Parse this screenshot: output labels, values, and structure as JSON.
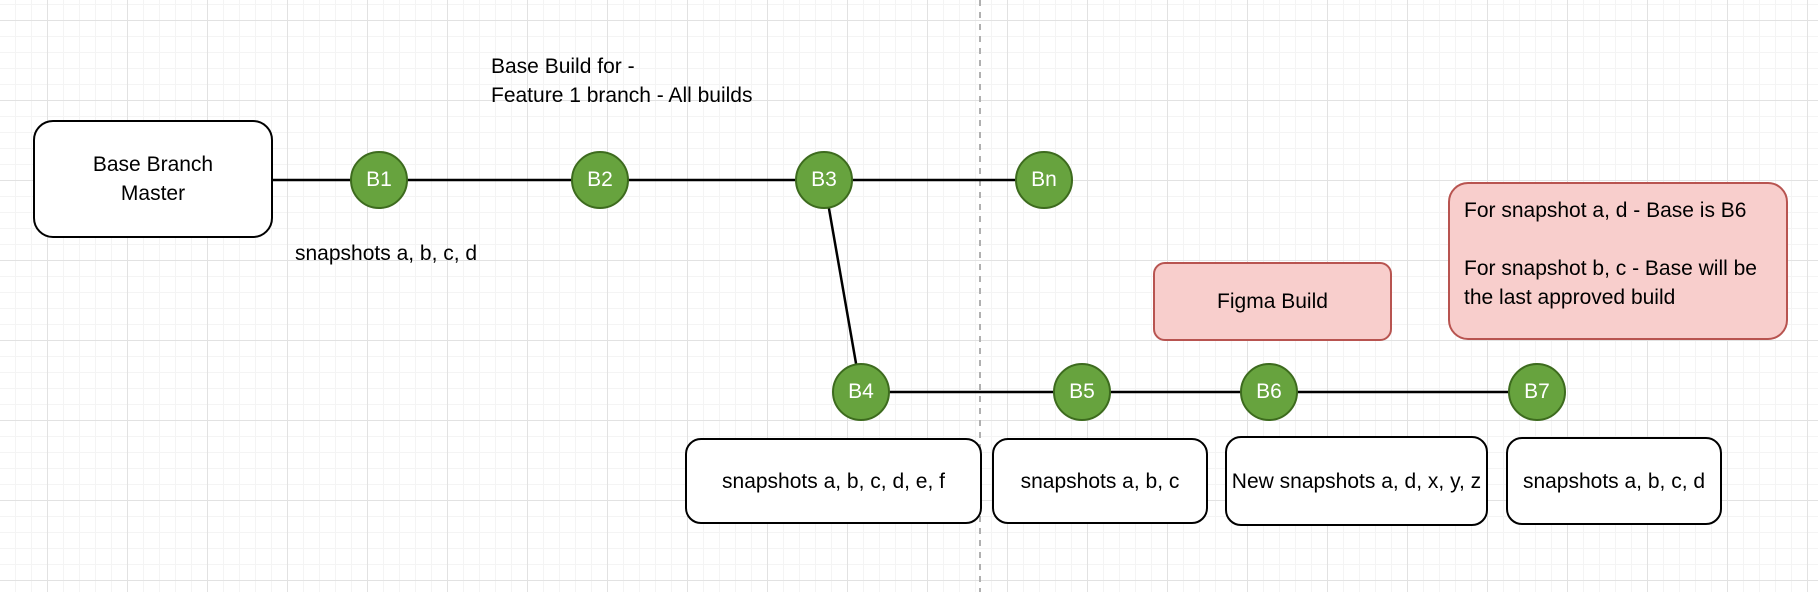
{
  "diagram": {
    "base_branch_box": {
      "label": "Base Branch\nMaster"
    },
    "top_annotation": "Base Build for -\nFeature 1 branch - All builds",
    "master_snapshots_label": "snapshots a, b, c, d",
    "nodes": {
      "b1": "B1",
      "b2": "B2",
      "b3": "B3",
      "bn": "Bn",
      "b4": "B4",
      "b5": "B5",
      "b6": "B6",
      "b7": "B7"
    },
    "figma_build_box": {
      "label": "Figma Build"
    },
    "note_box": {
      "paragraph1": "For snapshot a, d - Base is B6",
      "paragraph2": "For snapshot b, c - Base will be the last approved build"
    },
    "snapshot_boxes": {
      "b4": "snapshots a, b, c, d, e, f",
      "b5": "snapshots a, b, c",
      "b6": "New snapshots a, d, x, y, z",
      "b7": "snapshots a, b, c, d"
    },
    "edges": [
      {
        "from": "Base Branch Master",
        "to": "B1"
      },
      {
        "from": "B1",
        "to": "B2"
      },
      {
        "from": "B2",
        "to": "B3"
      },
      {
        "from": "B3",
        "to": "Bn"
      },
      {
        "from": "B3",
        "to": "B4"
      },
      {
        "from": "B4",
        "to": "B5"
      },
      {
        "from": "B5",
        "to": "B6"
      },
      {
        "from": "B6",
        "to": "B7"
      }
    ],
    "colors": {
      "node_fill": "#67a33e",
      "node_stroke": "#3d6b1e",
      "note_fill": "#f8cecc",
      "note_stroke": "#b85450",
      "edge_color": "#000000",
      "divider_color": "#b0b0b0"
    }
  }
}
